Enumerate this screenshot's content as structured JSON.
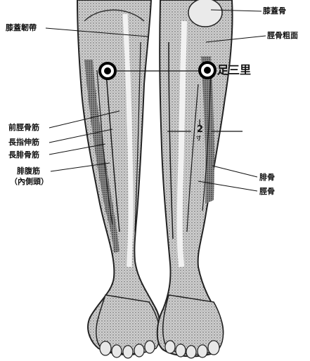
{
  "labels": {
    "patellar_ligament": "膝蓋韌帶",
    "patella": "膝蓋骨",
    "tibial_tuberosity": "脛骨粗面",
    "zusanli": "足三里",
    "tibialis_anterior": "前脛骨筋",
    "extensor_digitorum_longus": "長指伸筋",
    "peroneus_longus": "長腓骨筋",
    "gastrocnemius": "腓腹筋",
    "gastrocnemius_medial": "（內側頭）",
    "fibula": "腓骨",
    "tibia": "脛骨",
    "measure_value": "2",
    "measure_unit": "寸"
  },
  "colors": {
    "ink": "#111111",
    "paper": "#ffffff",
    "shade_light": "#d6d6d6",
    "shade_mid": "#9a9a9a",
    "shade_dark": "#3a3a3a"
  }
}
